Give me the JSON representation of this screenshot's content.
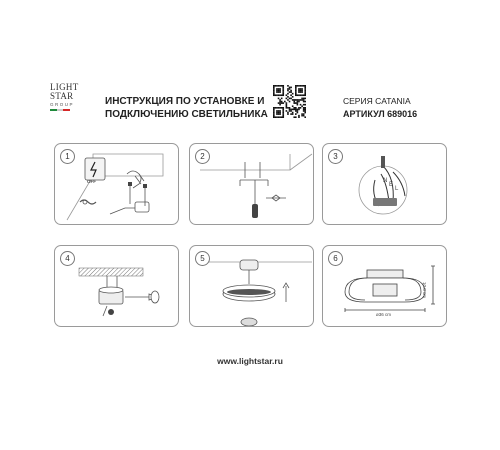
{
  "header": {
    "logo": {
      "line1": "LIGHT",
      "line2": "STAR",
      "line3": "GROUP",
      "flag_colors": [
        "#1f8a3b",
        "#ffffff",
        "#d62828"
      ]
    },
    "title": "ИНСТРУКЦИЯ ПО УСТАНОВКЕ И ПОДКЛЮЧЕНИЮ СВЕТИЛЬНИКА",
    "series": "СЕРИЯ CATANIA",
    "article": "АРТИКУЛ 689016"
  },
  "steps": [
    {
      "number": "1",
      "icon": "power-off-icon",
      "switch_label": "OFF"
    },
    {
      "number": "2",
      "icon": "screwdriver-icon"
    },
    {
      "number": "3",
      "icon": "wire-connection-icon",
      "wire_labels": [
        "N",
        "E",
        "L"
      ]
    },
    {
      "number": "4",
      "icon": "mounting-plate-icon"
    },
    {
      "number": "5",
      "icon": "shade-install-icon"
    },
    {
      "number": "6",
      "icon": "dimensions-icon",
      "width_label": "ø36 cm",
      "height_label": "10.8 cm"
    }
  ],
  "footer": {
    "url": "www.lightstar.ru"
  }
}
